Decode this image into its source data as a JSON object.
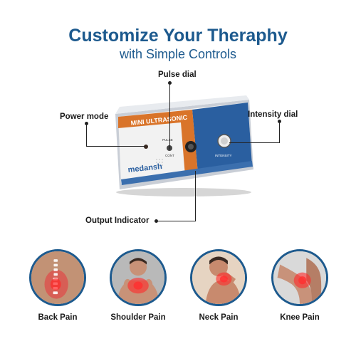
{
  "header": {
    "title_line1": "Customize Your Theraphy",
    "title_line2": "with Simple Controls"
  },
  "device": {
    "name": "MINI ULTRASONIC",
    "brand": "medansh",
    "knob_labels": [
      "PULSE",
      "CONT",
      "INTENSITY"
    ],
    "colors": {
      "blue": "#2a5fa0",
      "orange": "#d9742a",
      "body": "#dfe3e8"
    }
  },
  "callouts": {
    "pulse_dial": "Pulse dial",
    "power_mode": "Power mode",
    "intensity_dial": "Intensity dial",
    "output_indicator": "Output Indicator"
  },
  "conditions": [
    {
      "label": "Back Pain"
    },
    {
      "label": "Shoulder Pain"
    },
    {
      "label": "Neck Pain"
    },
    {
      "label": "Knee Pain"
    }
  ]
}
